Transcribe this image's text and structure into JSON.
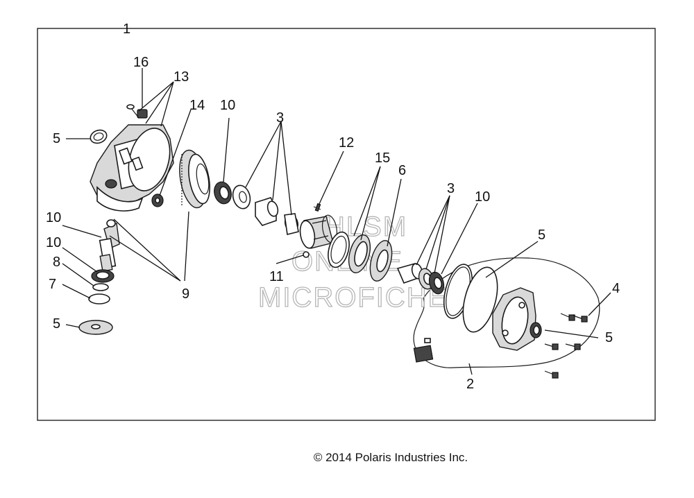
{
  "diagram": {
    "callouts": {
      "c1": "1",
      "c16": "16",
      "c13": "13",
      "c14": "14",
      "c5a": "5",
      "c10a": "10",
      "c3a": "3",
      "c12": "12",
      "c15": "15",
      "c6": "6",
      "c3b": "3",
      "c10b": "10",
      "c5b": "5",
      "c10c": "10",
      "c10d": "10",
      "c8": "8",
      "c7": "7",
      "c5c": "5",
      "c9": "9",
      "c11": "11",
      "c4": "4",
      "c5d": "5",
      "c2": "2"
    },
    "watermark": {
      "line1": "HLSM",
      "line2": "ONLINE",
      "line3": "MICROFICHE"
    },
    "copyright": "© 2014 Polaris Industries Inc."
  }
}
